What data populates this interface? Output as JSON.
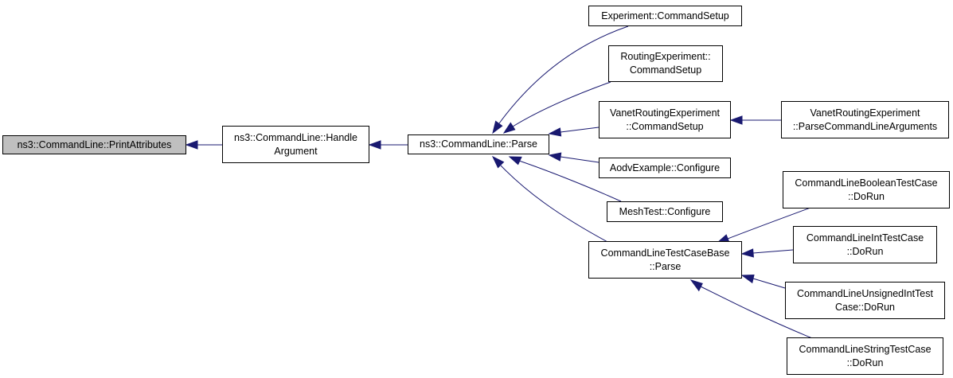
{
  "colors": {
    "edge": "#191970",
    "root_fill": "#bfbfbf",
    "node_fill": "#ffffff",
    "border": "#000000"
  },
  "nodes": {
    "print_attributes": [
      "ns3::CommandLine::PrintAttributes"
    ],
    "handle_argument": [
      "ns3::CommandLine::Handle",
      "Argument"
    ],
    "parse": [
      "ns3::CommandLine::Parse"
    ],
    "experiment_command_setup": [
      "Experiment::CommandSetup"
    ],
    "routing_experiment_command_setup": [
      "RoutingExperiment::",
      "CommandSetup"
    ],
    "vanet_routing_experiment_command_setup": [
      "VanetRoutingExperiment",
      "::CommandSetup"
    ],
    "vanet_parse_command_line_arguments": [
      "VanetRoutingExperiment",
      "::ParseCommandLineArguments"
    ],
    "aodv_example_configure": [
      "AodvExample::Configure"
    ],
    "mesh_test_configure": [
      "MeshTest::Configure"
    ],
    "command_line_test_case_base_parse": [
      "CommandLineTestCaseBase",
      "::Parse"
    ],
    "command_line_boolean_test_case_do_run": [
      "CommandLineBooleanTestCase",
      "::DoRun"
    ],
    "command_line_int_test_case_do_run": [
      "CommandLineIntTestCase",
      "::DoRun"
    ],
    "command_line_unsigned_int_test_case_do_run": [
      "CommandLineUnsignedIntTest",
      "Case::DoRun"
    ],
    "command_line_string_test_case_do_run": [
      "CommandLineStringTestCase",
      "::DoRun"
    ]
  },
  "edges": [
    {
      "from": "handle_argument",
      "to": "print_attributes"
    },
    {
      "from": "parse",
      "to": "handle_argument"
    },
    {
      "from": "experiment_command_setup",
      "to": "parse"
    },
    {
      "from": "routing_experiment_command_setup",
      "to": "parse"
    },
    {
      "from": "vanet_routing_experiment_command_setup",
      "to": "parse"
    },
    {
      "from": "aodv_example_configure",
      "to": "parse"
    },
    {
      "from": "mesh_test_configure",
      "to": "parse"
    },
    {
      "from": "command_line_test_case_base_parse",
      "to": "parse"
    },
    {
      "from": "vanet_parse_command_line_arguments",
      "to": "vanet_routing_experiment_command_setup"
    },
    {
      "from": "command_line_boolean_test_case_do_run",
      "to": "command_line_test_case_base_parse"
    },
    {
      "from": "command_line_int_test_case_do_run",
      "to": "command_line_test_case_base_parse"
    },
    {
      "from": "command_line_unsigned_int_test_case_do_run",
      "to": "command_line_test_case_base_parse"
    },
    {
      "from": "command_line_string_test_case_do_run",
      "to": "command_line_test_case_base_parse"
    }
  ]
}
